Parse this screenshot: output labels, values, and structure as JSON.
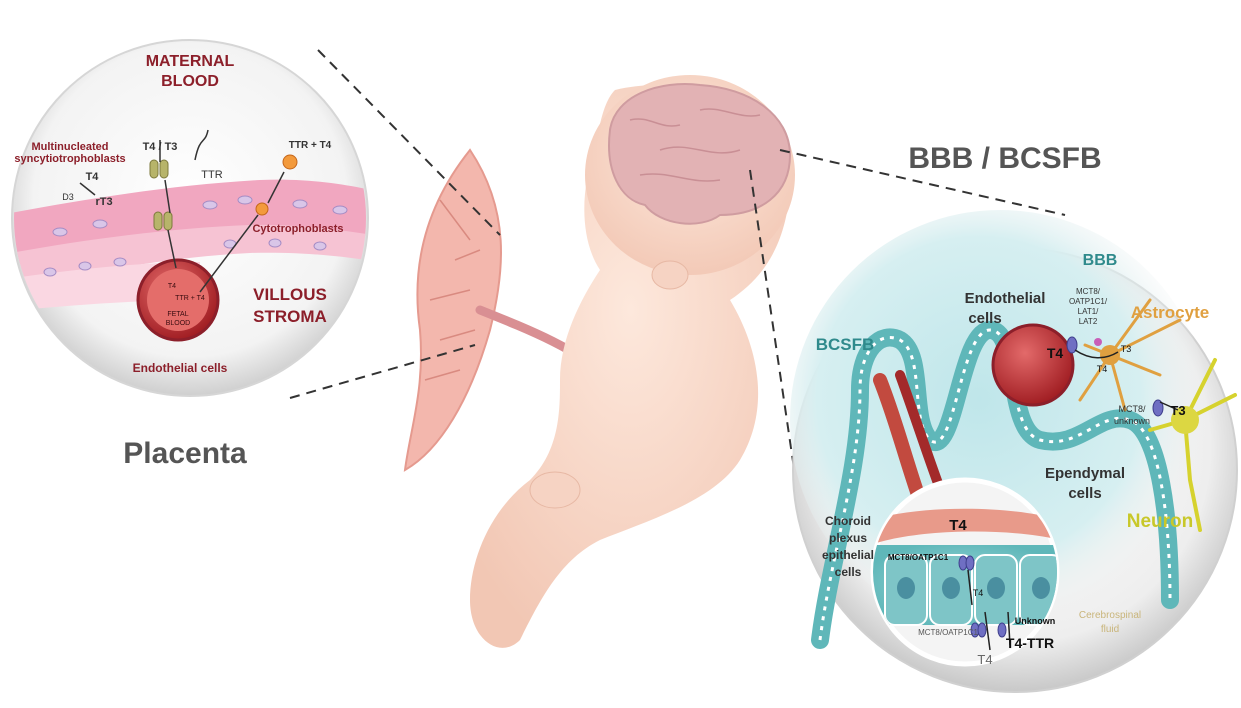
{
  "placenta": {
    "title": "Placenta",
    "maternal_blood": [
      "MATERNAL",
      "BLOOD"
    ],
    "multinucleated": [
      "Multinucleated",
      "syncytiotrophoblasts"
    ],
    "t4t3": "T4 / T3",
    "t4": "T4",
    "d3": "D3",
    "rt3": "rT3",
    "ttr": "TTR",
    "ttr_t4": "TTR + T4",
    "cytotrophoblasts": "Cytotrophoblasts",
    "vessel_t4": "T4",
    "vessel_ttr_t4": "TTR + T4",
    "fetal_blood": [
      "FETAL",
      "BLOOD"
    ],
    "villous_stroma": [
      "VILLOUS",
      "STROMA"
    ],
    "endothelial": "Endothelial cells"
  },
  "brain": {
    "title": "BBB / BCSFB",
    "bbb": "BBB",
    "bcsfb": "BCSFB",
    "endothelial": [
      "Endothelial",
      "cells"
    ],
    "transporters": [
      "MCT8/",
      "OATP1C1/",
      "LAT1/",
      "LAT2"
    ],
    "astrocyte": "Astrocyte",
    "t4_left": "T4",
    "t4_mid": "T4",
    "t3_mid": "T3",
    "mct8_unknown": [
      "MCT8/",
      "unknown"
    ],
    "t3_right": "T3",
    "ependymal": [
      "Ependymal",
      "cells"
    ],
    "neuron": "Neuron",
    "choroid": [
      "Choroid",
      "plexus",
      "epithelial",
      "cells"
    ],
    "t4_top": "T4",
    "mct8_oatp_top": "MCT8/OATP1C1",
    "t4_small": "T4",
    "unknown": "Unknown",
    "t4_ttr": "T4-TTR",
    "mct8_oatp_bottom": "MCT8/OATP1C1",
    "t4_bottom": "T4",
    "csf": [
      "Cerebrospinal",
      "fluid"
    ]
  },
  "colors": {
    "dark_red": "#8c1f2a",
    "teal": "#2f8a8c",
    "astrocyte": "#e0a040",
    "neuron": "#c8c82a",
    "gray_title": "#555555"
  }
}
